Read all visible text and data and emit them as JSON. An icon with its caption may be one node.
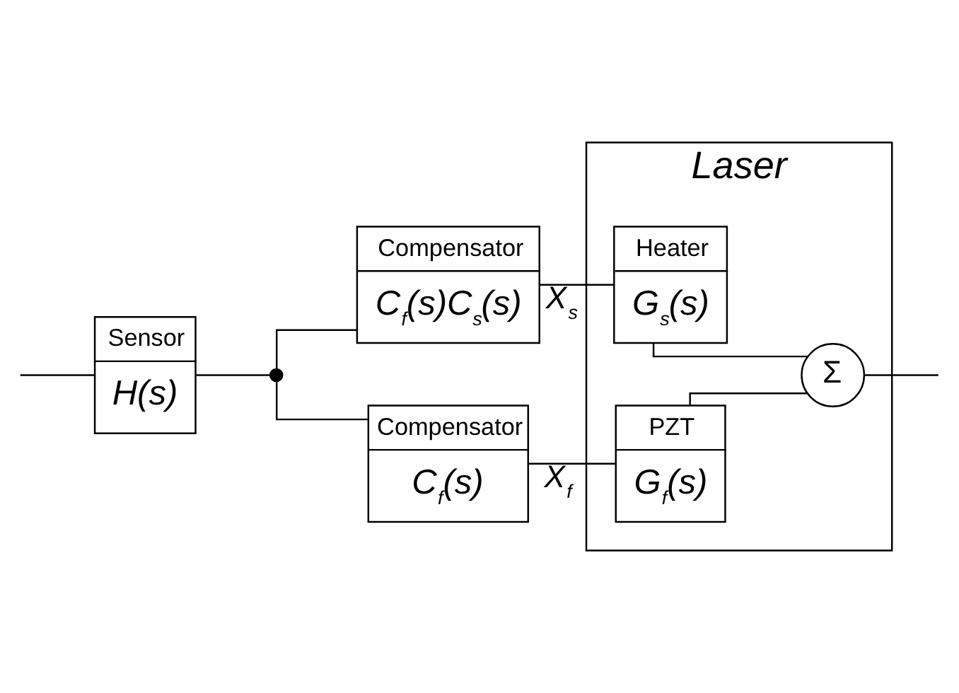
{
  "diagram": {
    "nodes": [
      {
        "text": [
          "Laser"
        ]
      },
      {
        "text": [
          "Compensator",
          "C$_{f}$(s)C$_{s}$(s)"
        ]
      },
      {
        "text": [
          "Compensator",
          "C$_{f}$(s)"
        ]
      },
      {
        "text": [
          "Heater",
          "G$_{s}$(s)"
        ],
        "in": 0
      },
      {
        "text": [
          "PZT",
          "G$_{f}$(s)"
        ],
        "in": 0
      },
      {
        "text": [
          "Σ"
        ],
        "in": 0
      },
      {
        "text": [
          "Sensor",
          "H(s)"
        ]
      },
      {
        "text": [],
        "shape": "circle"
      }
    ],
    "edges": [
      {
        "from": 7,
        "to": 1,
        "arrow": "none"
      },
      {
        "from": 7,
        "to": 2,
        "arrow": "none"
      },
      {
        "from": 1,
        "to": 3,
        "label": "X$_{s}$",
        "arrow": "none"
      },
      {
        "from": 2,
        "to": 4,
        "label": "X$_{f}$",
        "arrow": "none"
      },
      {
        "from": 3,
        "to": 5,
        "arrow": "none"
      },
      {
        "from": 4,
        "to": 5,
        "arrow": "none"
      },
      {
        "from": 5,
        "to": null,
        "arrow": "none"
      },
      {
        "from": null,
        "to": 6,
        "arrow": "none"
      },
      {
        "from": 6,
        "to": 7,
        "arrow": "none"
      }
    ]
  }
}
